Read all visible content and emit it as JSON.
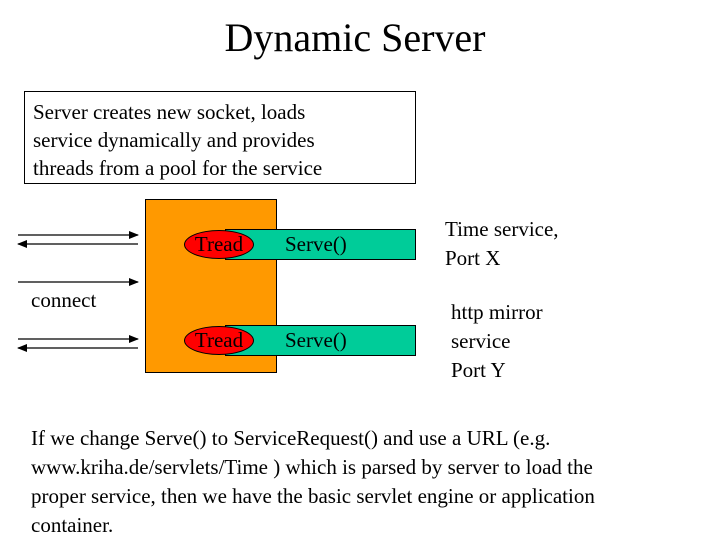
{
  "title": "Dynamic Server",
  "note": {
    "lines": [
      "Server creates new socket, loads",
      "service dynamically and provides",
      "threads from a pool for the service"
    ]
  },
  "threads": [
    {
      "thread_label": "Tread",
      "serve_label": "Serve()"
    },
    {
      "thread_label": "Tread",
      "serve_label": "Serve()"
    }
  ],
  "services": [
    {
      "lines": [
        "Time service,",
        "Port X"
      ]
    },
    {
      "lines": [
        "http mirror",
        "service",
        "Port Y"
      ]
    }
  ],
  "connect_label": "connect",
  "bottom_text": {
    "lines": [
      "If we change Serve() to ServiceRequest() and use a URL (e.g.",
      "www.kriha.de/servlets/Time ) which is parsed by server to load the",
      "proper service, then we have the basic servlet engine or application",
      "container."
    ]
  },
  "colors": {
    "server": "#ff9900",
    "serve_bar": "#00cc99",
    "thread": "#ff0000"
  }
}
